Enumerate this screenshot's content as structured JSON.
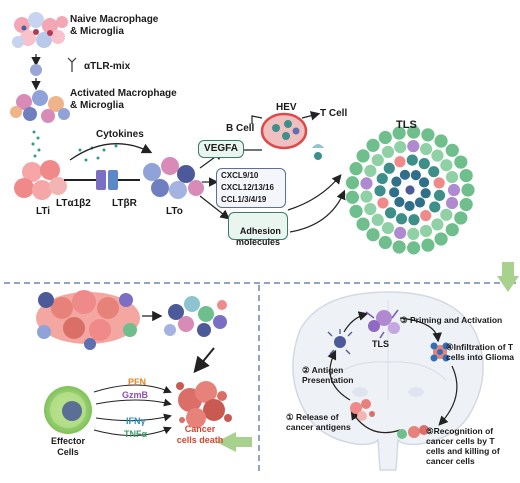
{
  "top": {
    "naive": "Naive Macrophage\n& Microglia",
    "tlr": "αTLR-mix",
    "activated": "Activated Macrophage\n& Microglia",
    "cytokines": "Cytokines",
    "lti": "LTi",
    "lta": "LTα1β2",
    "ltbr": "LTβR",
    "lto": "LTo",
    "vegfa": "VEGFA",
    "chemokines": [
      "CXCL9/10",
      "CXCL12/13/16",
      "CCL1/3/4/19"
    ],
    "adhesion": "Adhesion\nmolecules",
    "hev": "HEV",
    "bcell": "B Cell",
    "tcell": "T Cell",
    "tls": "TLS"
  },
  "bottom_left": {
    "pfn": "PFN",
    "gzmb": "GzmB",
    "ifn": "IFNγ",
    "tnf": "TNFα",
    "effector": "Effector\nCells",
    "death": "Cancer\ncells death"
  },
  "bottom_right": {
    "tls": "TLS",
    "steps": [
      {
        "num": "①",
        "text": "Release of\ncancer antigens"
      },
      {
        "num": "②",
        "text": "Antigen\nPresentation"
      },
      {
        "num": "③",
        "text": "Priming and Activation"
      },
      {
        "num": "④",
        "text": "Infiltration of T\ncells into Glioma"
      },
      {
        "num": "⑤",
        "text": "Recognition of\ncancer cells by T\ncells and killing of\ncancer cells"
      }
    ]
  },
  "colors": {
    "teal": "#3d7a6a",
    "green_cell": "#6fbf8c",
    "dark_cell": "#3b3f6b",
    "pink_cell": "#f08a8a",
    "red_text": "#d9442e",
    "orange_text": "#e6831e",
    "purple_text": "#8e4fb0",
    "blue_text": "#2f8fb8",
    "divider": "#6b86b5",
    "big_arrow": "#a9d18e"
  }
}
